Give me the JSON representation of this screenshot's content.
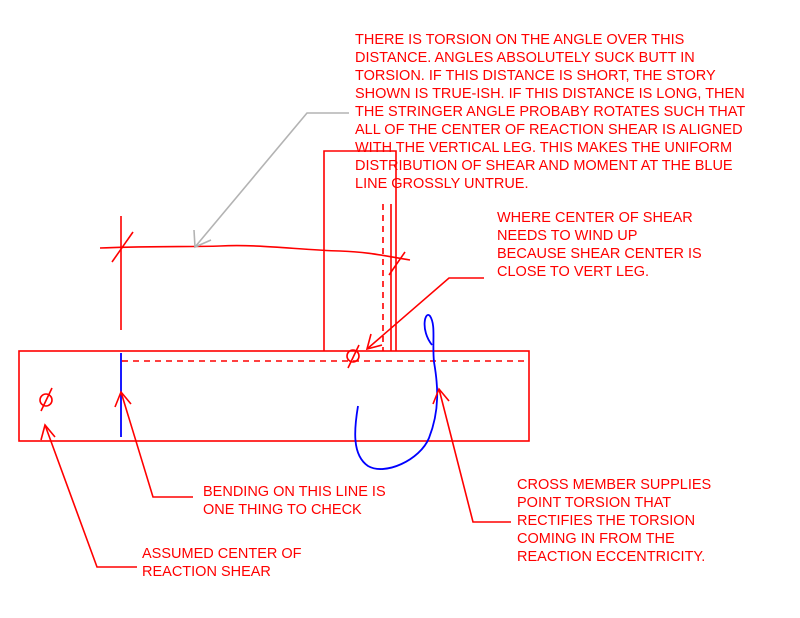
{
  "colors": {
    "ink_red": "#ff0000",
    "ink_blue": "#0000ff",
    "leader_gray": "#b3b3b3",
    "background": "#ffffff"
  },
  "notes": {
    "torsion": [
      "THERE IS TORSION ON THE ANGLE OVER THIS",
      "DISTANCE.  ANGLES ABSOLUTELY SUCK BUTT IN",
      "TORSION.  IF THIS DISTANCE IS SHORT, THE STORY",
      "SHOWN IS TRUE-ISH.  IF THIS DISTANCE IS LONG, THEN",
      "THE STRINGER ANGLE PROBABY ROTATES SUCH THAT",
      "ALL OF THE CENTER OF REACTION SHEAR IS ALIGNED",
      "WITH THE VERTICAL LEG.  THIS MAKES THE UNIFORM",
      "DISTRIBUTION OF SHEAR AND MOMENT AT THE BLUE",
      "LINE GROSSLY UNTRUE."
    ],
    "shear_center": [
      "WHERE CENTER OF SHEAR",
      "NEEDS TO WIND UP",
      "BECAUSE SHEAR CENTER IS",
      "CLOSE TO VERT LEG."
    ],
    "bending": [
      "BENDING ON THIS LINE IS",
      "ONE THING TO CHECK"
    ],
    "cross_member": [
      "CROSS MEMBER SUPPLIES",
      "POINT TORSION THAT",
      "RECTIFIES THE TORSION",
      "COMING IN FROM THE",
      "REACTION ECCENTRICITY."
    ],
    "assumed_center": [
      "ASSUMED CENTER OF",
      "REACTION SHEAR"
    ]
  }
}
